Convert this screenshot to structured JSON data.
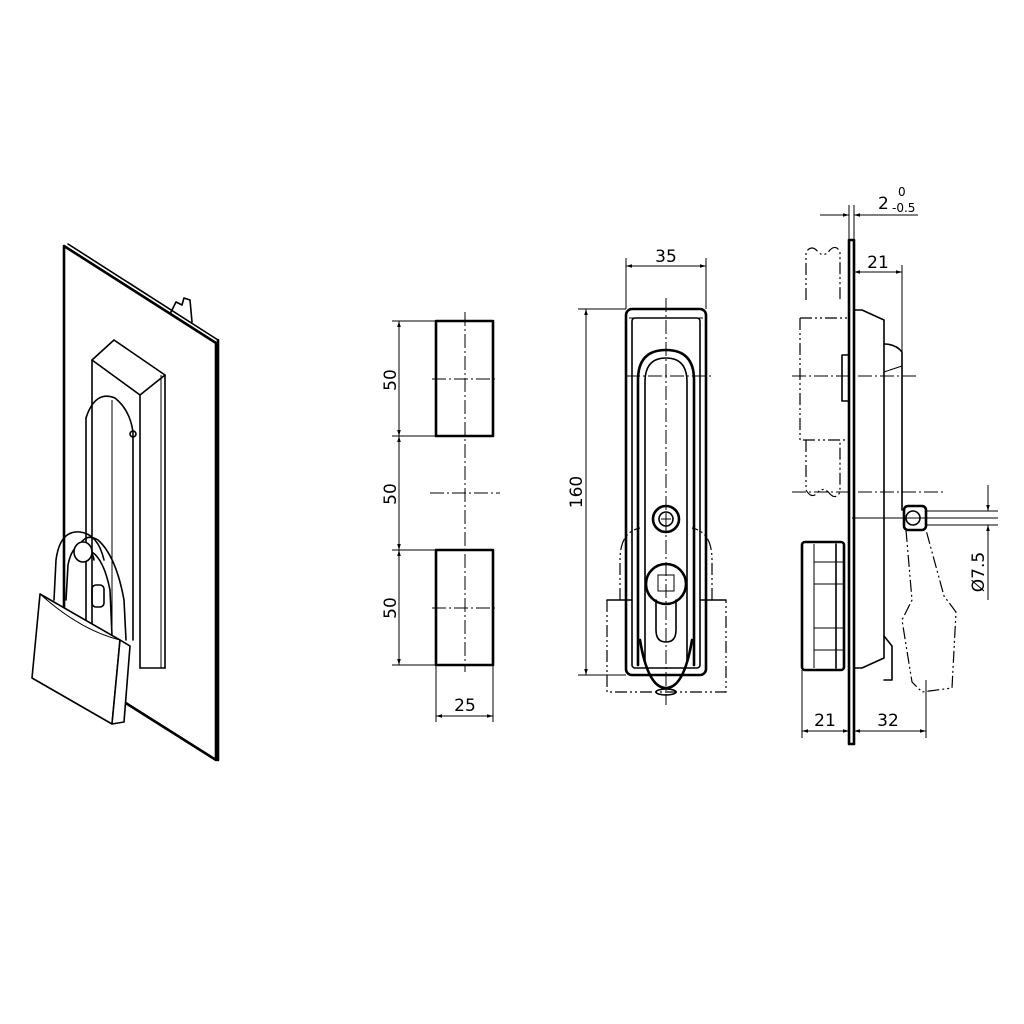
{
  "drawing": {
    "type": "technical-drawing",
    "subject": "padlockable swing handle lock",
    "views": [
      "isometric-with-padlock",
      "cutout-pattern",
      "front-view",
      "side-view"
    ]
  },
  "cutout": {
    "dim_top_height": "50",
    "dim_gap_height": "50",
    "dim_bottom_height": "50",
    "dim_width": "25"
  },
  "front_view": {
    "dim_width": "35",
    "dim_height": "160"
  },
  "side_view": {
    "dim_panel_thickness": "2",
    "dim_panel_tol_upper": "0",
    "dim_panel_tol_lower": "-0.5",
    "dim_top_depth": "21",
    "dim_hole_diameter": "Ø7.5",
    "dim_rear_depth": "21",
    "dim_front_depth": "32"
  }
}
